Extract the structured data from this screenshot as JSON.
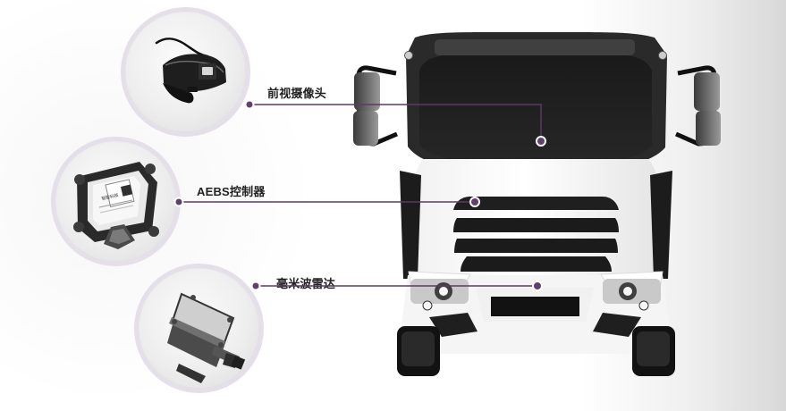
{
  "labels": {
    "camera": "前视摄像头",
    "ecu": "AEBS控制器",
    "radar": "毫米波雷达"
  },
  "ecu_device_text": {
    "brand": "智能科技"
  },
  "colors": {
    "accent_purple": "#5b3a67",
    "ring_lavender": "#e4dfe8",
    "truck_body": "#f4f4f4",
    "truck_dark": "#171717"
  },
  "icons": {
    "camera_device": "front-camera-device-icon",
    "ecu_device": "aebs-controller-device-icon",
    "radar_device": "millimeter-wave-radar-device-icon",
    "truck": "truck-front-icon"
  }
}
